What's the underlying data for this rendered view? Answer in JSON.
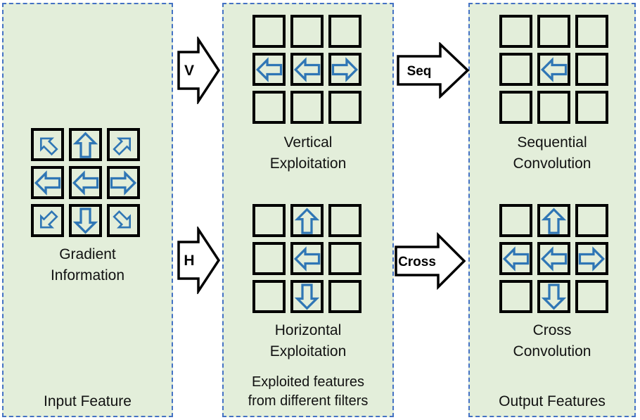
{
  "colors": {
    "panel_bg": "#e3eeda",
    "panel_border": "#4472c4",
    "arrow_blue": "#2f76b5",
    "grid_line": "#000000",
    "connector_fill": "#ffffff",
    "connector_outline": "#000000"
  },
  "panels": {
    "input": {
      "caption": "Input Feature",
      "grid_label": "Gradient\nInformation",
      "grid": [
        [
          "up-left",
          "up",
          "up-right"
        ],
        [
          "left",
          "left",
          "right"
        ],
        [
          "down-left",
          "down",
          "down-right"
        ]
      ]
    },
    "exploited": {
      "caption": "Exploited features\nfrom different filters",
      "top_grid_label": "Vertical\nExploitation",
      "top_grid": [
        [
          null,
          null,
          null
        ],
        [
          "left",
          "left",
          "right"
        ],
        [
          null,
          null,
          null
        ]
      ],
      "bottom_grid_label": "Horizontal\nExploitation",
      "bottom_grid": [
        [
          null,
          "up",
          null
        ],
        [
          null,
          "left",
          null
        ],
        [
          null,
          "down",
          null
        ]
      ]
    },
    "output": {
      "caption": "Output Features",
      "top_grid_label": "Sequential\nConvolution",
      "top_grid": [
        [
          null,
          null,
          null
        ],
        [
          null,
          "left",
          null
        ],
        [
          null,
          null,
          null
        ]
      ],
      "bottom_grid_label": "Cross\nConvolution",
      "bottom_grid": [
        [
          null,
          "up",
          null
        ],
        [
          "left",
          "left",
          "right"
        ],
        [
          null,
          "down",
          null
        ]
      ]
    }
  },
  "connectors": {
    "v": "V",
    "h": "H",
    "seq": "Seq",
    "cross": "Cross"
  }
}
